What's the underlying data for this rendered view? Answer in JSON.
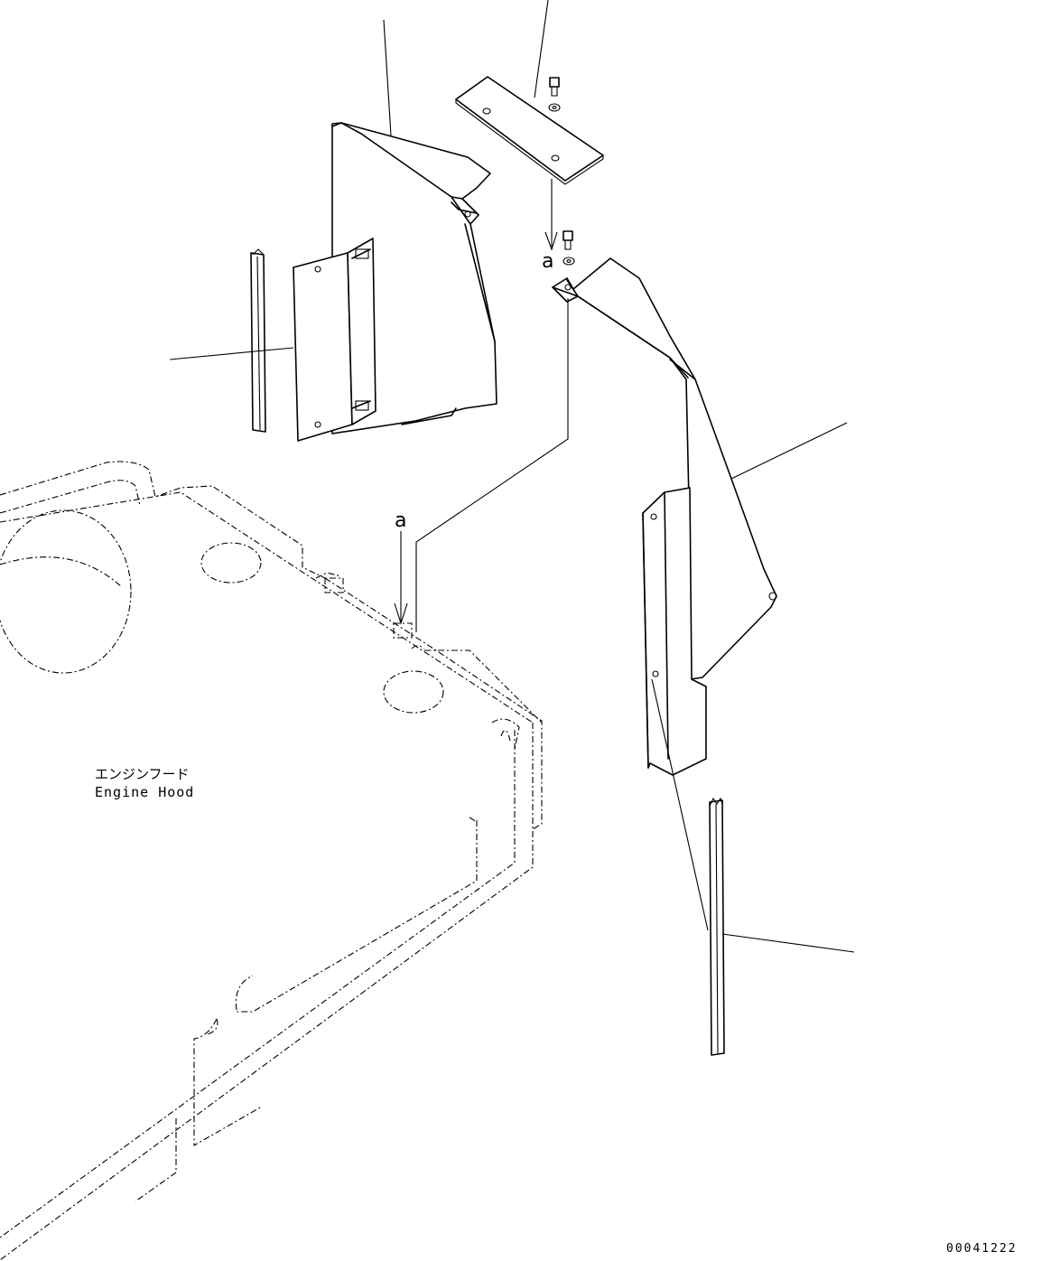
{
  "labels": {
    "hood_jp": "エンジンフード",
    "hood_en": "Engine Hood",
    "callout_a_upper": "a",
    "callout_a_lower": "a",
    "drawing_number": "00041222"
  }
}
